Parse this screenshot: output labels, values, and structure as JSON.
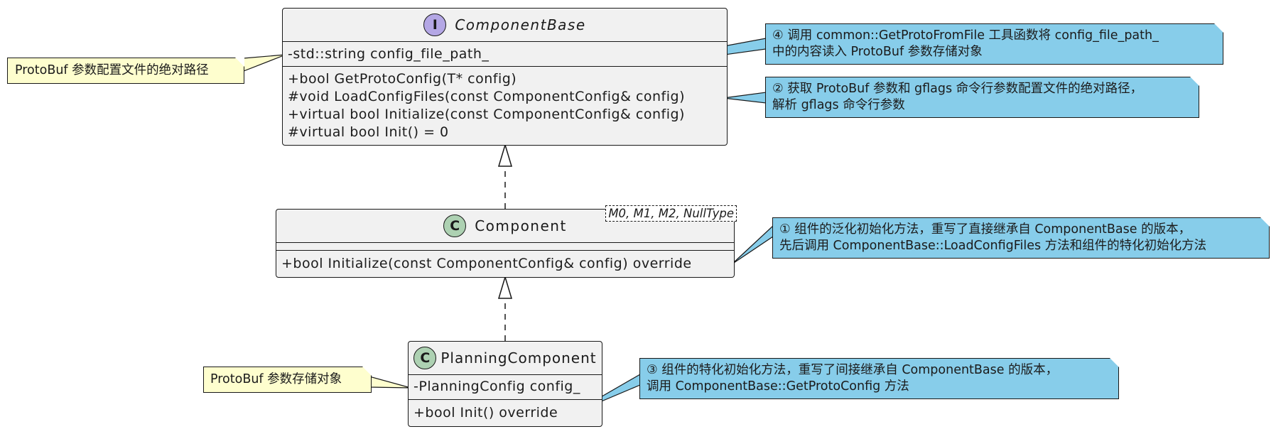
{
  "classes": {
    "component_base": {
      "stereotype_letter": "I",
      "name": "ComponentBase",
      "fields": [
        "-std::string config_file_path_"
      ],
      "methods": [
        "+bool GetProtoConfig(T* config)",
        "#void LoadConfigFiles(const ComponentConfig& config)",
        "+virtual bool Initialize(const ComponentConfig& config)",
        "#virtual bool Init() = 0"
      ]
    },
    "component": {
      "stereotype_letter": "C",
      "name": "Component",
      "template_params": "M0, M1, M2, NullType",
      "methods": [
        "+bool Initialize(const ComponentConfig& config) override"
      ]
    },
    "planning_component": {
      "stereotype_letter": "C",
      "name": "PlanningComponent",
      "fields": [
        "-PlanningConfig config_"
      ],
      "methods": [
        "+bool Init() override"
      ]
    }
  },
  "notes": {
    "config_path": "ProtoBuf 参数配置文件的绝对路径",
    "proto_storage": "ProtoBuf 参数存储对象",
    "note4": [
      "④ 调用 common::GetProtoFromFile 工具函数将 config_file_path_",
      "中的内容读入 ProtoBuf 参数存储对象"
    ],
    "note2": [
      "② 获取 ProtoBuf 参数和 gflags 命令行参数配置文件的绝对路径，",
      "解析 gflags 命令行参数"
    ],
    "note1": [
      "① 组件的泛化初始化方法，重写了直接继承自 ComponentBase 的版本，",
      "先后调用 ComponentBase::LoadConfigFiles 方法和组件的特化初始化方法"
    ],
    "note3": [
      "③ 组件的特化初始化方法，重写了间接继承自 ComponentBase 的版本，",
      "调用 ComponentBase::GetProtoConfig 方法"
    ]
  },
  "colors": {
    "class_fill": "#f1f1f1",
    "interface_badge": "#b4a7e5",
    "class_badge": "#add1b2",
    "note_yellow": "#fefece",
    "note_blue": "#87cdea"
  }
}
